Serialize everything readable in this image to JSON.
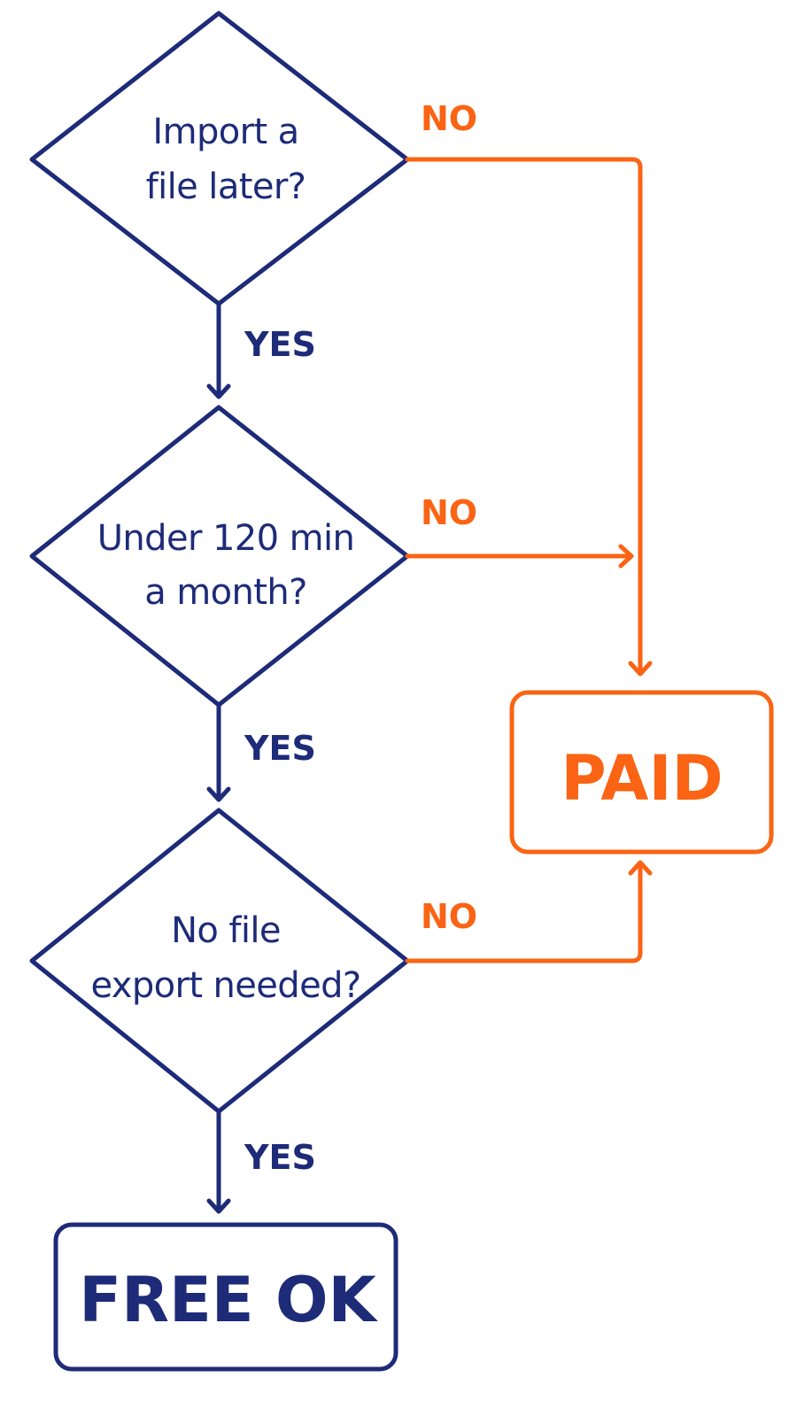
{
  "colors": {
    "navy": "#1d2b78",
    "orange": "#fa6414",
    "background": "#ffffff"
  },
  "decisions": [
    {
      "line1": "Import a",
      "line2": "file later?"
    },
    {
      "line1": "Under 120 min",
      "line2": "a month?"
    },
    {
      "line1": "No file",
      "line2": "export needed?"
    }
  ],
  "edge_labels": {
    "yes": "YES",
    "no": "NO"
  },
  "outcomes": {
    "paid": "PAID",
    "free": "FREE OK"
  }
}
